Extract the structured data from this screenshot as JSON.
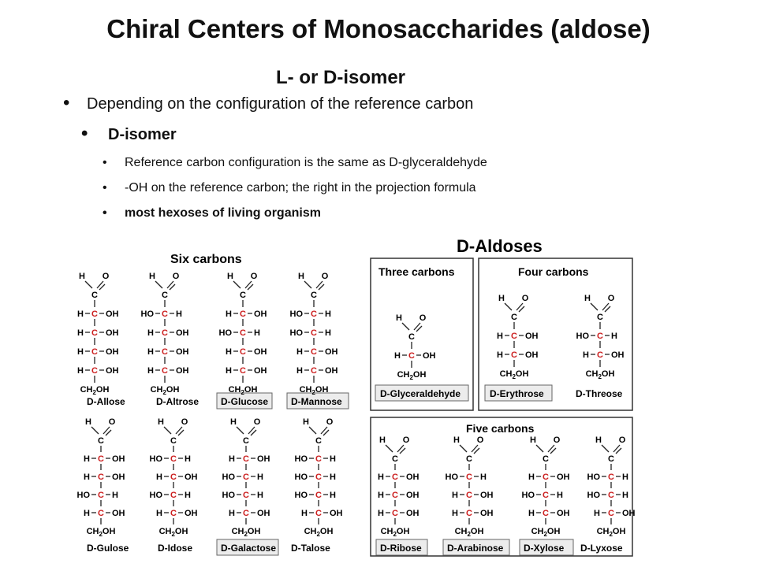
{
  "slide": {
    "title": "Chiral Centers of Monosaccharides (aldose)",
    "subtitle": "L- or D-isomer",
    "bullet_1": "Depending on the configuration of the reference carbon",
    "bullet_2": "D-isomer",
    "sub_bullets": [
      "Reference carbon configuration is the same as D-glyceraldehyde",
      "-OH on the reference carbon; the right in the projection formula",
      "most hexoses of living organism"
    ]
  },
  "figure": {
    "header": "D-Aldoses",
    "section_three": "Three carbons",
    "section_four": "Four carbons",
    "section_five": "Five carbons",
    "section_six": "Six carbons",
    "names": {
      "glyceraldehyde": "D-Glyceraldehyde",
      "erythrose": "D-Erythrose",
      "threose": "D-Threose",
      "ribose": "D-Ribose",
      "arabinose": "D-Arabinose",
      "xylose": "D-Xylose",
      "lyxose": "D-Lyxose",
      "allose": "D-Allose",
      "altrose": "D-Altrose",
      "glucose": "D-Glucose",
      "mannose": "D-Mannose",
      "gulose": "D-Gulose",
      "idose": "D-Idose",
      "galactose": "D-Galactose",
      "talose": "D-Talose"
    },
    "atom_labels": {
      "h": "H",
      "o": "O",
      "c": "C",
      "oh": "OH",
      "ho": "HO",
      "ch2oh": "CH2OH"
    },
    "colors": {
      "chiral_carbon": "#cc1f1f",
      "highlight_box": "#ececec"
    }
  }
}
